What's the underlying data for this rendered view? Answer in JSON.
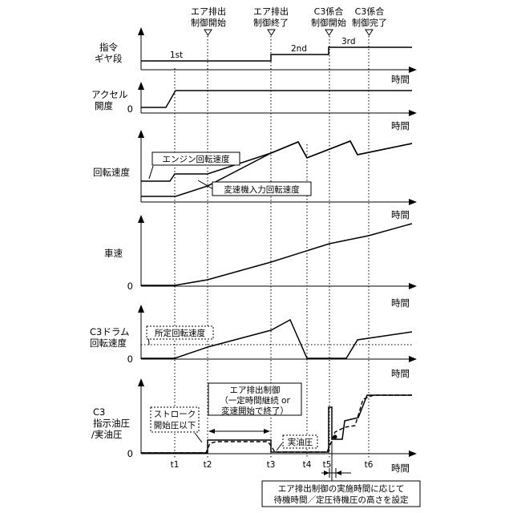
{
  "top_annotations": {
    "air_start": [
      "エア排出",
      "制御開始"
    ],
    "air_end": [
      "エア排出",
      "制御終了"
    ],
    "c3_start": [
      "C3係合",
      "制御開始"
    ],
    "c3_end": [
      "C3係合",
      "制御完了"
    ]
  },
  "panels": {
    "gear": {
      "label": [
        "指令",
        "ギヤ段"
      ],
      "time_label": "時間",
      "steps": [
        "1st",
        "2nd",
        "3rd"
      ]
    },
    "accel": {
      "label": [
        "アクセル",
        "開度"
      ],
      "time_label": "時間",
      "zero": "0"
    },
    "rpm": {
      "label": "回転速度",
      "time_label": "時間",
      "engine_label": "エンジン回転速度",
      "input_label": "変速機入力回転速度"
    },
    "speed": {
      "label": "車速",
      "time_label": "時間",
      "zero": "0"
    },
    "drum": {
      "label": [
        "C3ドラム",
        "回転速度"
      ],
      "time_label": "時間",
      "zero": "0",
      "threshold_label": "所定回転速度"
    },
    "pressure": {
      "label": [
        "C3",
        "指示油圧",
        "/実油圧"
      ],
      "time_label": "時間",
      "zero": "0",
      "air_control_note": [
        "エア排出制御",
        "（一定時間継続 or",
        "変速開始で終了）"
      ],
      "stroke_note": [
        "ストローク",
        "開始圧以下"
      ],
      "actual_label": "実油圧",
      "ticks": [
        "t1",
        "t2",
        "t3",
        "t4",
        "t5",
        "t6"
      ]
    }
  },
  "bottom_note": [
    "エア排出制御の実施時間に応じて",
    "待機時間／定圧待機圧の高さを設定"
  ]
}
